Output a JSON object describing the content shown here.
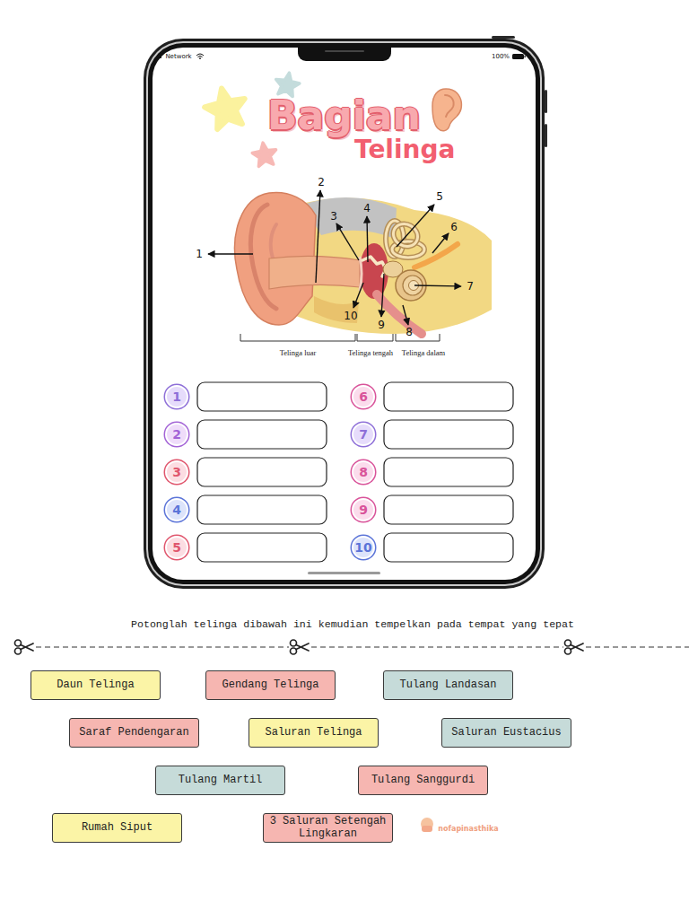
{
  "diagram": {
    "title": "Bagian Telinga",
    "nodes": [
      {
        "text": [
          "1"
        ]
      },
      {
        "text": [
          "6"
        ]
      },
      {
        "text": [
          "2"
        ]
      },
      {
        "text": [
          "7"
        ]
      },
      {
        "text": [
          "3"
        ]
      },
      {
        "text": [
          "8"
        ]
      },
      {
        "text": [
          "4"
        ]
      },
      {
        "text": [
          "9"
        ]
      },
      {
        "text": [
          "5"
        ]
      },
      {
        "text": [
          "10"
        ]
      },
      {
        "text": [
          "Daun Telinga"
        ]
      },
      {
        "text": [
          "Gendang Telinga"
        ]
      },
      {
        "text": [
          "Tulang Landasan"
        ]
      },
      {
        "text": [
          "Saraf Pendengaran"
        ]
      },
      {
        "text": [
          "Saluran Telinga"
        ]
      },
      {
        "text": [
          "Saluran Eustacius"
        ]
      },
      {
        "text": [
          "Tulang Martil"
        ]
      },
      {
        "text": [
          "Tulang Sanggurdi"
        ]
      },
      {
        "text": [
          "Rumah Siput"
        ]
      },
      {
        "text": [
          "3 Saluran Setengah Lingkaran"
        ]
      }
    ],
    "labels": [
      "Network",
      "100%",
      "1",
      "2",
      "3",
      "4",
      "5",
      "6",
      "7",
      "8",
      "9",
      "10",
      "Telinga luar",
      "Telinga tengah",
      "Telinga dalam",
      "Potonglah telinga dibawah ini kemudian tempelkan pada tempat yang tepat",
      "nofapinasthika"
    ]
  }
}
